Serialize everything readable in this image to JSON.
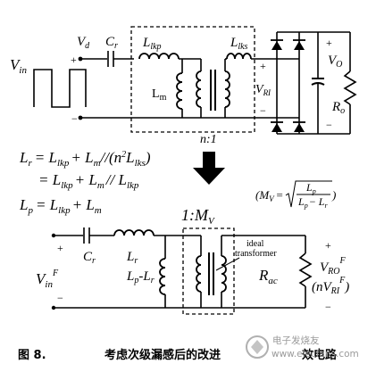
{
  "top_circuit": {
    "v_in": "V",
    "v_in_sub": "in",
    "v_d": "V",
    "v_d_sub": "d",
    "c_r": "C",
    "c_r_sub": "r",
    "l_lkp": "L",
    "l_lkp_sub": "lkp",
    "l_m": "L",
    "l_m_sub": "m",
    "l_lks": "L",
    "l_lks_sub": "lks",
    "ratio": "n:1",
    "v_ri": "V",
    "v_ri_sub": "RI",
    "v_o": "V",
    "v_o_sub": "O",
    "r_o": "R",
    "r_o_sub": "o",
    "plus": "+",
    "minus": "−"
  },
  "equations": {
    "lr_line1": "L",
    "lr_line1_rest": "= L",
    "lr_line1_b": "+ L",
    "lr_line1_c": "//(n",
    "lr_line1_d": "L",
    "lr_line1_e": ")",
    "lr_line2": "= L",
    "lr_line2_b": "+ L",
    "lr_line2_c": "// L",
    "lp_line": "L",
    "lp_rest": "= L",
    "lp_b": "+ L",
    "mv_formula_left": "(M",
    "mv_formula_eq": "=",
    "mv_num": "L",
    "mv_den": "L",
    "mv_den_b": "− L",
    "mv_close": ")"
  },
  "bottom_circuit": {
    "ratio": "1:M",
    "ratio_sub": "V",
    "v_in": "V",
    "v_in_sub": "in",
    "v_in_sup": "F",
    "c_r": "C",
    "c_r_sub": "r",
    "l_r": "L",
    "l_r_sub": "r",
    "lp_lr": "L",
    "lp_lr_sub_p": "p",
    "lp_lr_dash": "-L",
    "lp_lr_sub_r": "r",
    "ideal_line1": "ideal",
    "ideal_line2": "transformer",
    "r_ac": "R",
    "r_ac_sub": "ac",
    "v_ro": "V",
    "v_ro_sub": "RO",
    "v_ro_sup": "F",
    "nv_open": "(nV",
    "nv_sub": "RI",
    "nv_sup": "F",
    "nv_close": ")",
    "plus": "+",
    "minus": "−"
  },
  "caption": {
    "figure": "图 8.",
    "text": "考虑次级漏感后的改进",
    "text_end": "效电路"
  },
  "watermark": {
    "brand": "电子发烧友",
    "url": "www.elecfans.com"
  }
}
